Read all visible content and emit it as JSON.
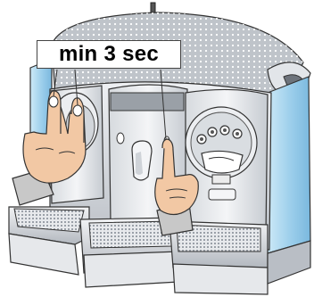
{
  "instruction_label": "min 3 sec",
  "colors": {
    "machine_body": "#d9dde2",
    "panel_blue": "#9fd0ec",
    "skin": "#f2c8a4",
    "outline": "#222222",
    "sleeve": "#c8c8c8",
    "label_text": "#000000"
  },
  "icons": [
    "two-finger-press-hand",
    "single-finger-press-hand",
    "button-icon",
    "drip-tray-icon",
    "antenna-icon"
  ]
}
